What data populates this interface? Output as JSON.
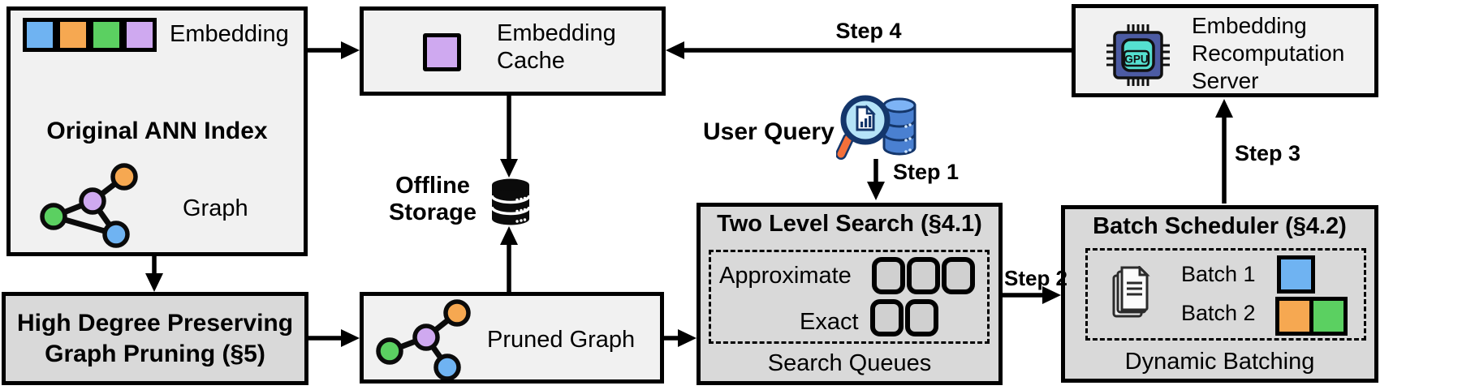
{
  "diagram": {
    "colors": {
      "blue": "#6fb3f2",
      "orange": "#f6a851",
      "green": "#5bd061",
      "purple": "#cfa9f0",
      "box_light": "#f1f1f1",
      "box_grey": "#d9d9d9",
      "queue_fill": "#d0d0d0",
      "chip_body": "#4c5ba3",
      "chip_core": "#55e0d0",
      "db_blue": "#4a80d1",
      "db_blue_light": "#7db3f5",
      "lens_blue": "#b5e3f7",
      "navy": "#14366b",
      "handle_orange": "#f4703a"
    },
    "boxes": {
      "original_index": {
        "embedding_label": "Embedding",
        "title": "Original ANN Index",
        "graph_label": "Graph"
      },
      "graph_pruning": {
        "line1": "High Degree Preserving",
        "line2": "Graph Pruning (§5)"
      },
      "embedding_cache": {
        "line1": "Embedding",
        "line2": "Cache"
      },
      "offline_storage": {
        "line1": "Offline",
        "line2": "Storage"
      },
      "pruned_graph": {
        "label": "Pruned Graph"
      },
      "user_query": {
        "label": "User Query"
      },
      "two_level_search": {
        "title": "Two Level Search (§4.1)",
        "approximate_label": "Approximate",
        "exact_label": "Exact",
        "footer": "Search Queues"
      },
      "batch_scheduler": {
        "title": "Batch Scheduler (§4.2)",
        "batch1_label": "Batch 1",
        "batch2_label": "Batch 2",
        "footer": "Dynamic Batching"
      },
      "recomputation_server": {
        "line1": "Embedding",
        "line2": "Recomputation",
        "line3": "Server",
        "gpu_label": "GPU"
      }
    },
    "steps": {
      "step1": "Step 1",
      "step2": "Step 2",
      "step3": "Step 3",
      "step4": "Step 4"
    }
  }
}
